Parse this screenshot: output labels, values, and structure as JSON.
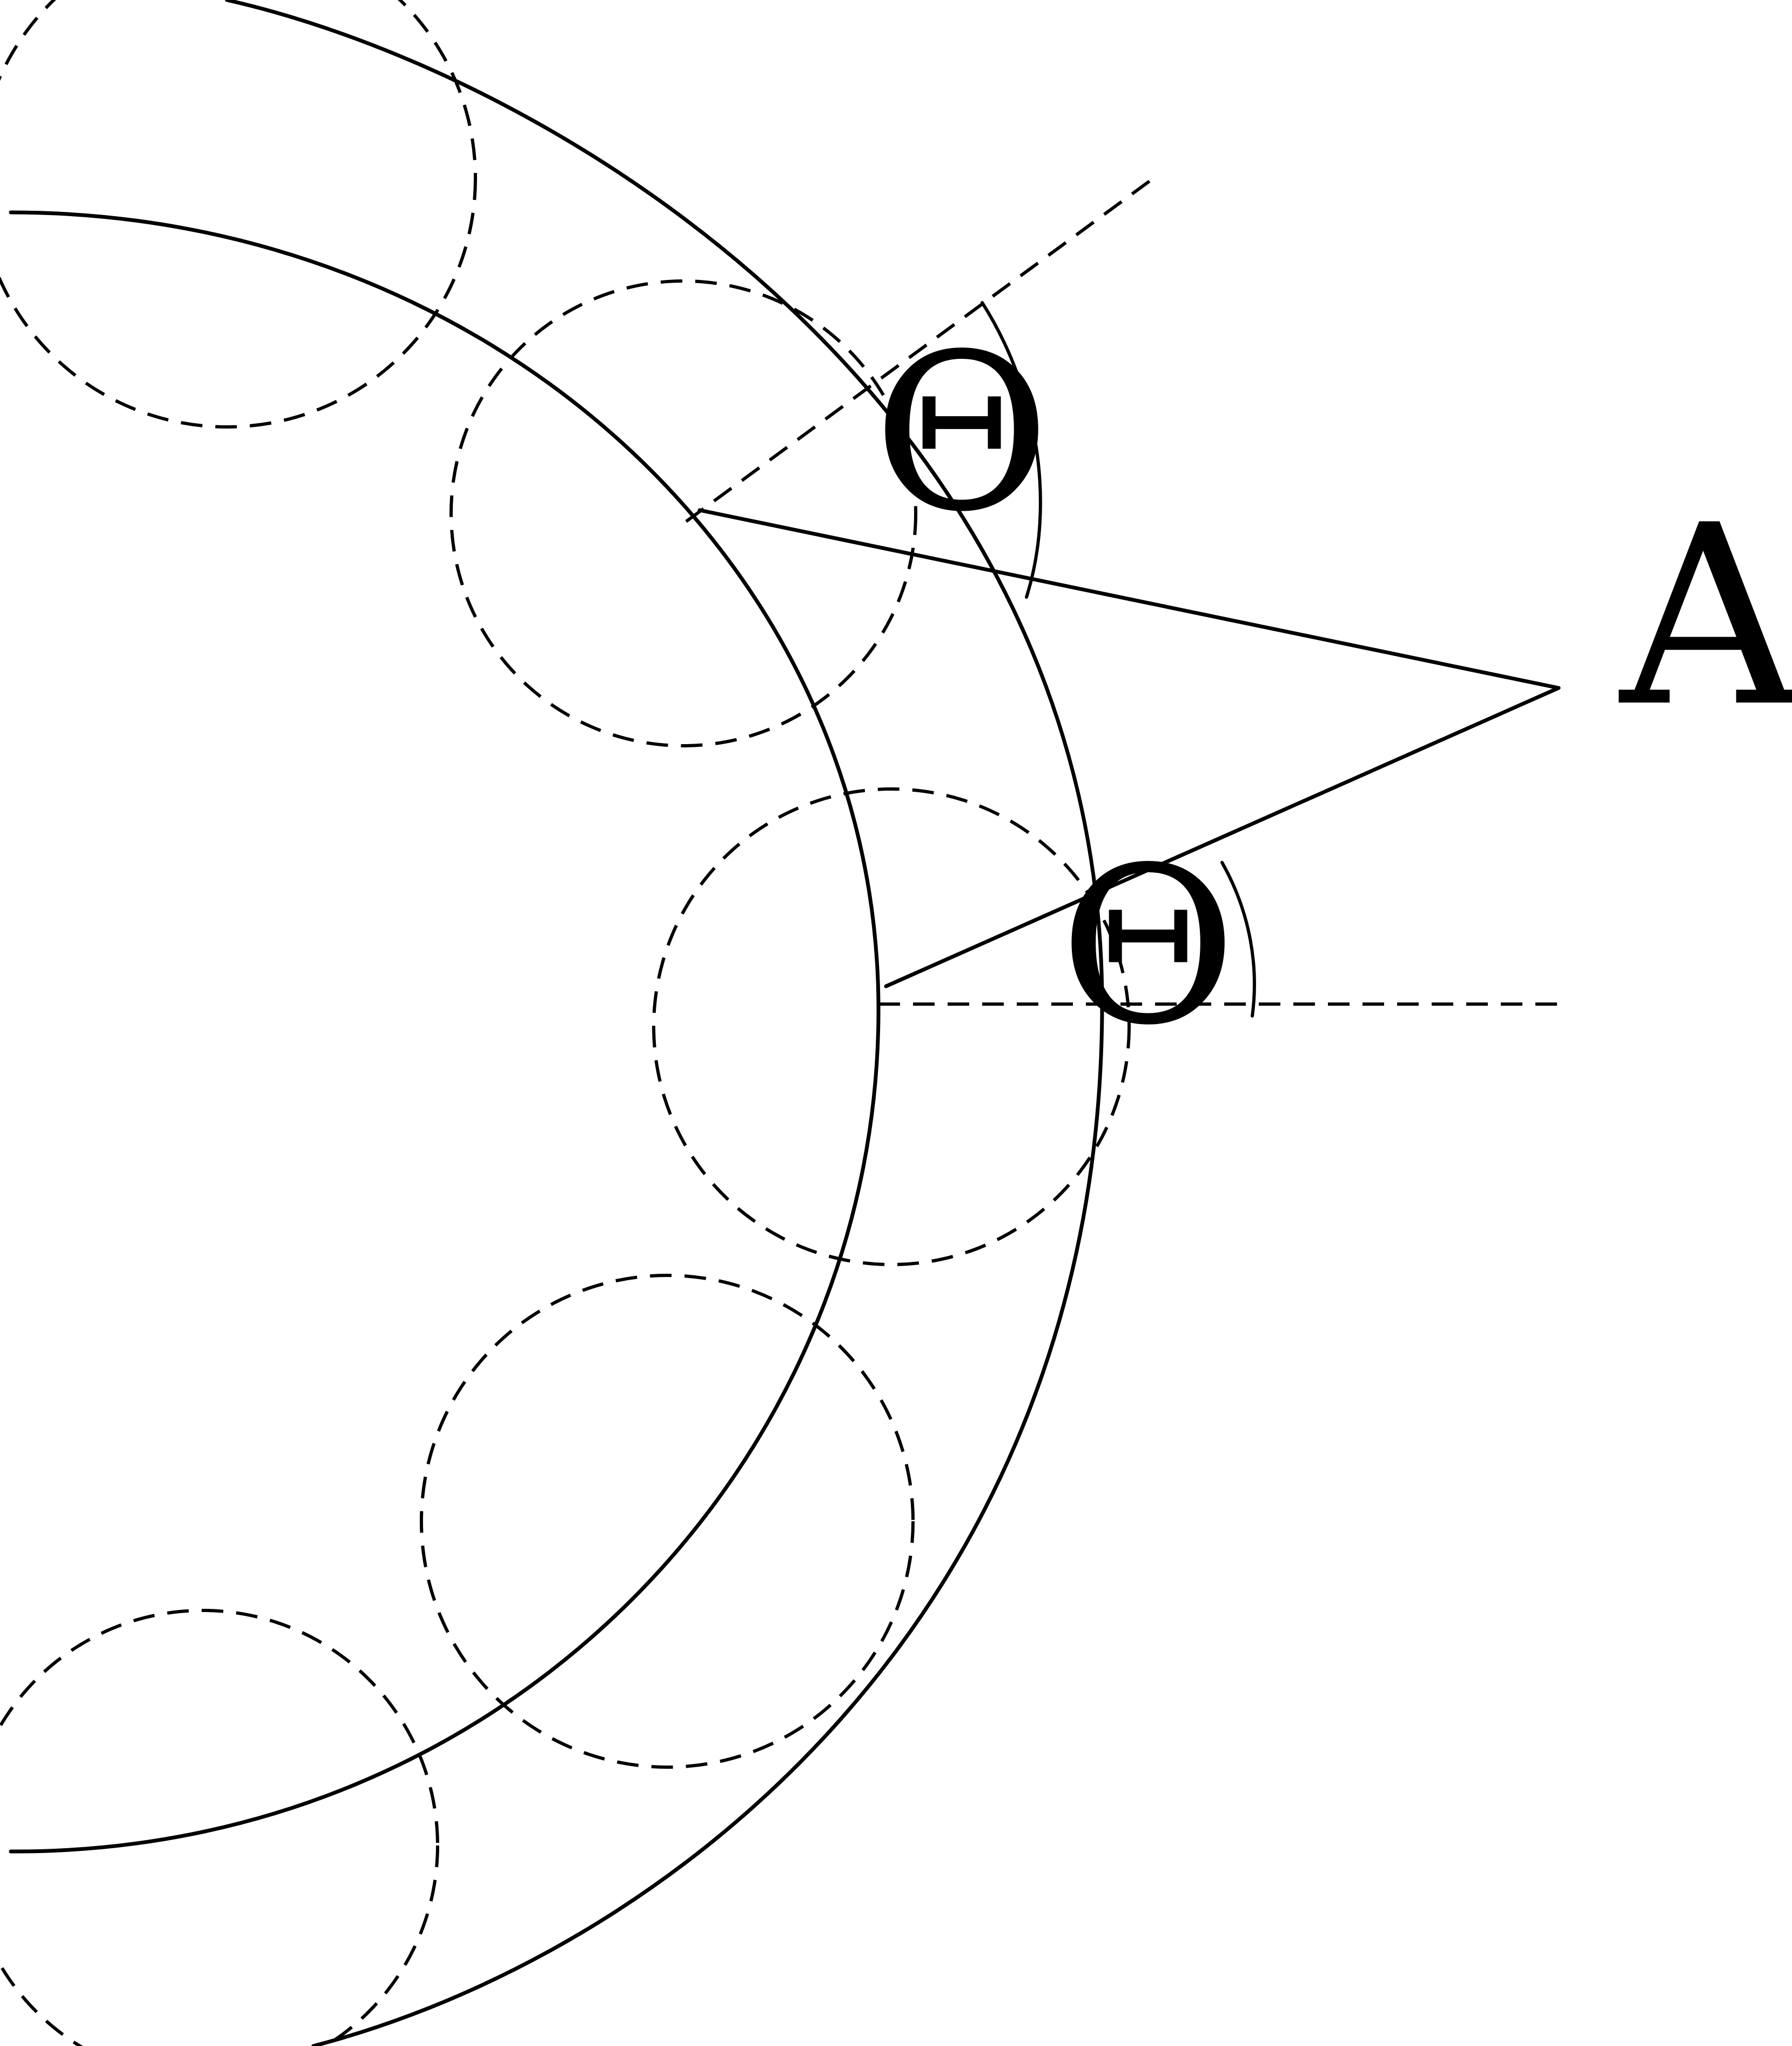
{
  "labels": {
    "point_a": "A",
    "angle_upper": "Θ",
    "angle_lower": "Θ"
  },
  "colors": {
    "ink": "#000000",
    "background": "#ffffff"
  }
}
